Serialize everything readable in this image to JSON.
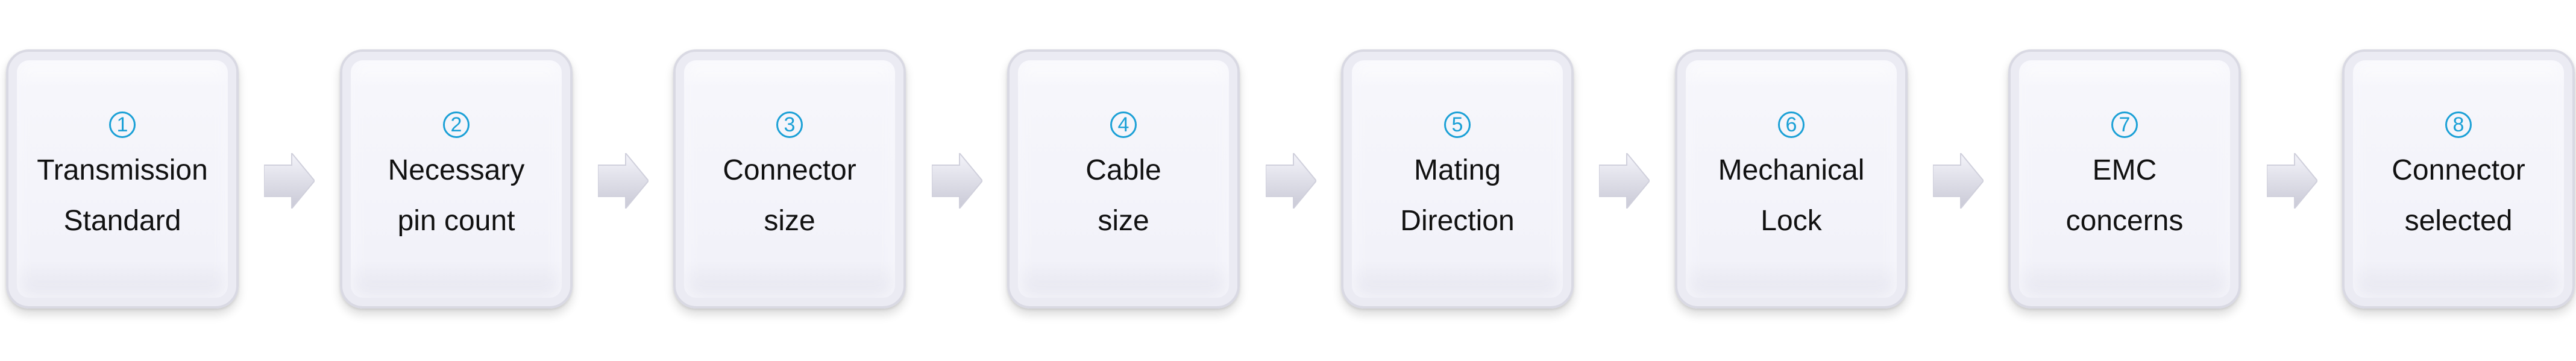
{
  "colors": {
    "number": "#1aa0d6",
    "text": "#111111",
    "box_border": "#d9d9e3",
    "box_fill": "#f2f2f9",
    "arrow": "#d7d7e1"
  },
  "steps": [
    {
      "number": "1",
      "line1": "Transmission",
      "line2": "Standard"
    },
    {
      "number": "2",
      "line1": "Necessary",
      "line2": "pin count"
    },
    {
      "number": "3",
      "line1": "Connector",
      "line2": "size"
    },
    {
      "number": "4",
      "line1": "Cable",
      "line2": "size"
    },
    {
      "number": "5",
      "line1": "Mating",
      "line2": "Direction"
    },
    {
      "number": "6",
      "line1": "Mechanical",
      "line2": "Lock"
    },
    {
      "number": "7",
      "line1": "EMC",
      "line2": "concerns"
    },
    {
      "number": "8",
      "line1": "Connector",
      "line2": "selected"
    }
  ],
  "connector_icon": "arrow-right-icon"
}
